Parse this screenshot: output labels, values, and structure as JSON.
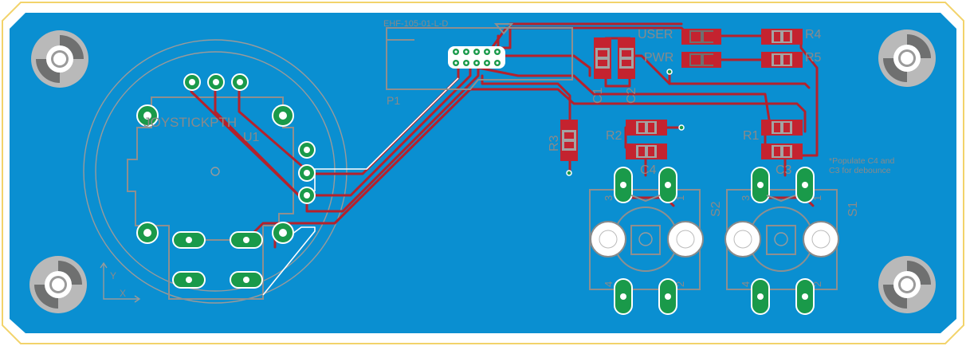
{
  "board": {
    "outline_color": "#f2d36b",
    "fill_color": "#0a8fd1",
    "copper_color": "#b5212c",
    "pad_color": "#1a9a4a",
    "silk_color": "#8f8f8f"
  },
  "labels": {
    "connector_part": "EHF-105-01-L-D",
    "connector_ref": "P1",
    "joystick_name": "JOYSTICKPTH",
    "joystick_ref": "U1",
    "led_user": "USER",
    "led_pwr": "PWR",
    "r4": "R4",
    "r5": "R5",
    "r1": "R1",
    "r2": "R2",
    "r3": "R3",
    "c1": "C1",
    "c2": "C2",
    "c3": "C3",
    "c4": "C4",
    "s1": "S1",
    "s2": "S2",
    "note_line1": "*Populate C4 and",
    "note_line2": "C3 for debounce",
    "axis_y": "Y",
    "axis_x": "X"
  },
  "switch_pins": {
    "p1": "1",
    "p2": "2",
    "p3": "3",
    "p4": "4"
  }
}
